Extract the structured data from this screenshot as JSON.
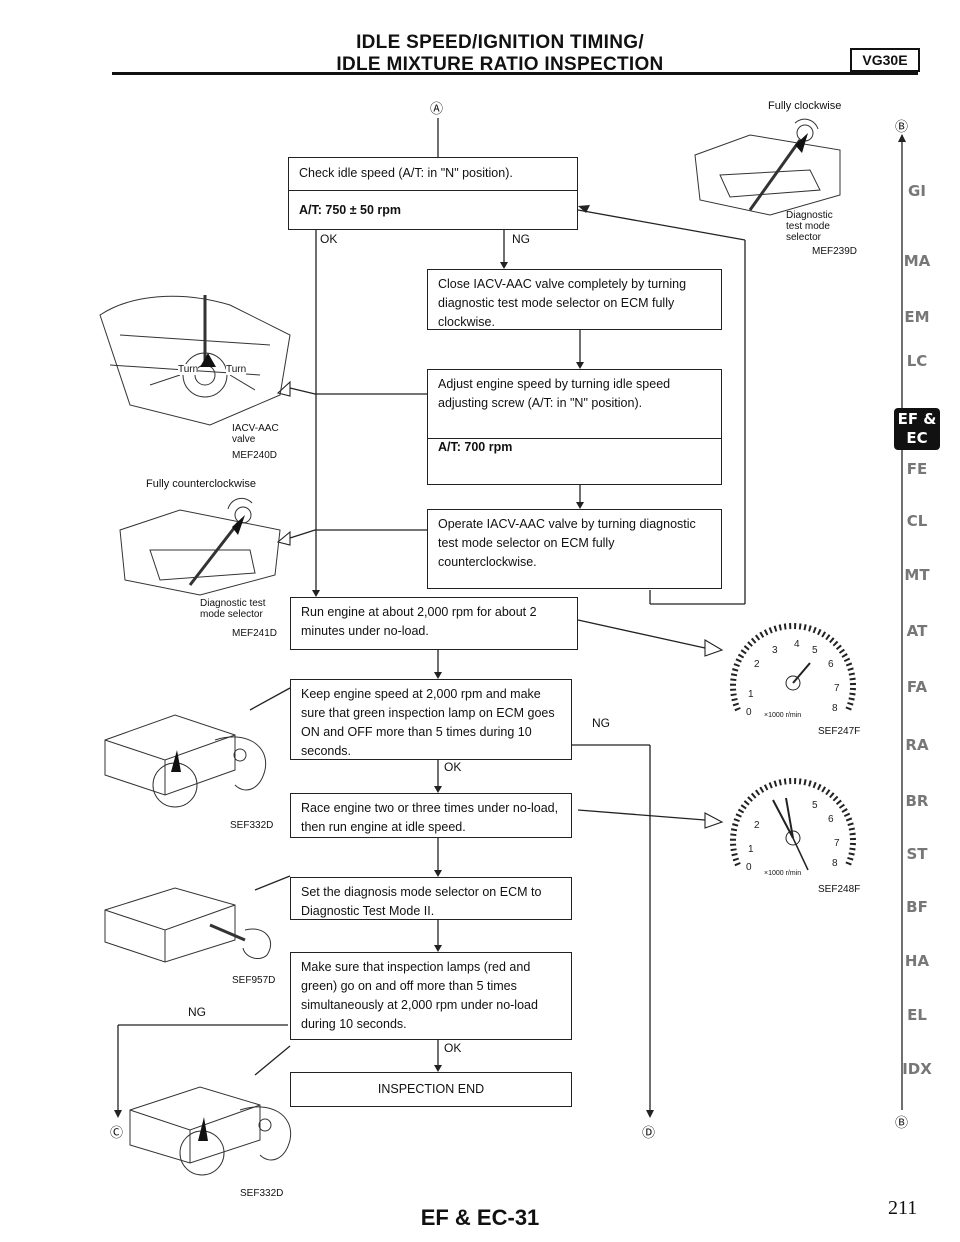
{
  "header": {
    "title_line1": "IDLE SPEED/IGNITION TIMING/",
    "title_line2": "IDLE MIXTURE RATIO INSPECTION",
    "model": "VG30E"
  },
  "connectors": {
    "a": "Ⓐ",
    "b_top": "Ⓑ",
    "b_bottom": "Ⓑ",
    "c": "Ⓒ",
    "d": "Ⓓ"
  },
  "steps": {
    "check_idle": "Check idle speed (A/T: in \"N\" position).",
    "check_idle_spec": "A/T: 750 ± 50 rpm",
    "close_iacv": "Close IACV-AAC valve completely by turning diagnostic test mode selector on ECM fully clockwise.",
    "adjust_speed": "Adjust engine speed by turning idle speed adjusting screw (A/T: in \"N\" position).",
    "adjust_spec": "A/T: 700 rpm",
    "operate_iacv": "Operate IACV-AAC valve by turning diagnostic test mode selector on ECM fully counterclockwise.",
    "run_engine": "Run engine at about 2,000 rpm for about 2 minutes under no-load.",
    "keep_speed": "Keep engine speed at 2,000 rpm and make sure that green inspection lamp on ECM goes ON and OFF more than 5 times during 10 seconds.",
    "race_engine": "Race engine two or three times under no-load, then run engine at idle speed.",
    "set_mode": "Set the diagnosis mode selector on ECM to Diagnostic Test Mode II.",
    "make_sure": "Make sure that inspection lamps (red and green) go on and off more than 5 times simultaneously at 2,000 rpm under no-load during 10 seconds.",
    "end": "INSPECTION END"
  },
  "branches": {
    "ok1": "OK",
    "ng1": "NG",
    "ng2": "NG",
    "ok2": "OK",
    "ng3": "NG",
    "ok3": "OK"
  },
  "figures": {
    "fully_clockwise": "Fully clockwise",
    "diag_selector_1": "Diagnostic",
    "diag_selector_2": "test mode",
    "diag_selector_3": "selector",
    "code_mef239d": "MEF239D",
    "turn_left": "Turn",
    "turn_right": "Turn",
    "iacv_label_1": "IACV-AAC",
    "iacv_label_2": "valve",
    "code_mef240d": "MEF240D",
    "fully_ccw": "Fully counterclockwise",
    "diag2_1": "Diagnostic test",
    "diag2_2": "mode selector",
    "code_mef241d": "MEF241D",
    "code_sef332d_1": "SEF332D",
    "code_sef957d": "SEF957D",
    "code_sef332d_2": "SEF332D",
    "code_sef247f": "SEF247F",
    "code_sef248f": "SEF248F",
    "tach_unit_1": "×1000 r/min",
    "tach_unit_2": "×1000 r/min"
  },
  "side_tabs": [
    "GI",
    "MA",
    "EM",
    "LC",
    "EF & EC",
    "FE",
    "CL",
    "MT",
    "AT",
    "FA",
    "RA",
    "BR",
    "ST",
    "BF",
    "HA",
    "EL",
    "IDX"
  ],
  "footer": {
    "section": "EF & EC-31",
    "page": "211"
  }
}
